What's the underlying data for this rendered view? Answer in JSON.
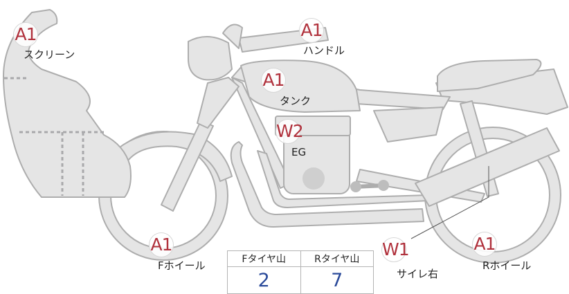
{
  "colors": {
    "body": "#e5e5e5",
    "outline": "#adadad",
    "grade": "#b0313c",
    "value": "#2a4a9a"
  },
  "parts": [
    {
      "id": "screen",
      "grade": "A1",
      "label": "スクリーン"
    },
    {
      "id": "handle",
      "grade": "A1",
      "label": "ハンドル"
    },
    {
      "id": "tank",
      "grade": "A1",
      "label": "タンク"
    },
    {
      "id": "engine",
      "grade": "W2",
      "label": "EG"
    },
    {
      "id": "fwheel",
      "grade": "A1",
      "label": "Fホイール"
    },
    {
      "id": "muffler",
      "grade": "W1",
      "label": "サイレ右"
    },
    {
      "id": "rwheel",
      "grade": "A1",
      "label": "Rホイール"
    }
  ],
  "tread": {
    "front_label": "Fタイヤ山",
    "rear_label": "Rタイヤ山",
    "front_value": "2",
    "rear_value": "7"
  }
}
